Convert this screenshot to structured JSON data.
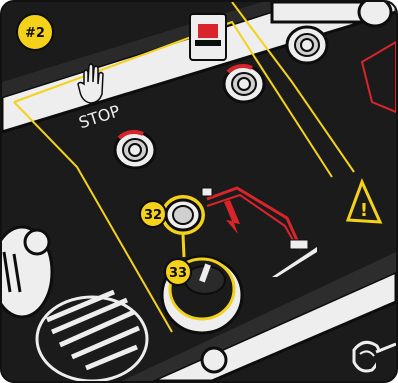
{
  "figure": {
    "panel_badge": "#2",
    "stop_label": "STOP",
    "callouts": [
      "32",
      "33"
    ]
  },
  "colors": {
    "panel": "#1c1c1c",
    "yellow": "#f5d21a",
    "red": "#d8252b",
    "white": "#ffffff",
    "outline": "#0d0d0d"
  },
  "icons": [
    "hand-stop-icon",
    "warning-triangle-icon",
    "boom-lift-icon",
    "arrow-down-icon"
  ]
}
